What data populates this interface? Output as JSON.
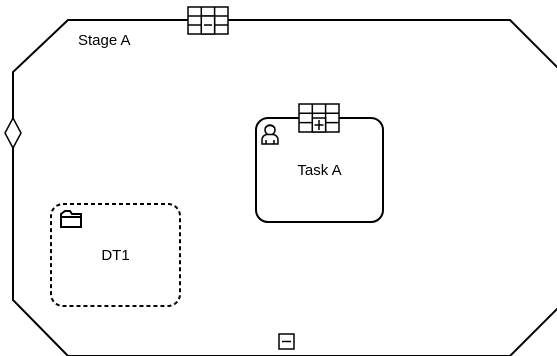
{
  "diagram": {
    "type": "CMMN case model",
    "stage": {
      "label": "Stage A",
      "decorator_top": "planning-table-icon",
      "decorator_bottom": "collapse-minus-icon",
      "exit_criterion": "diamond-sentry-icon"
    },
    "task": {
      "label": "Task A",
      "type_icon": "human-task-user-icon",
      "decorator_top": "planning-table-icon",
      "marker": "plus-marker-icon"
    },
    "discretionary_item": {
      "label": "DT1",
      "type_icon": "folder-icon"
    },
    "colors": {
      "stroke": "#000000",
      "fill": "#ffffff"
    }
  }
}
